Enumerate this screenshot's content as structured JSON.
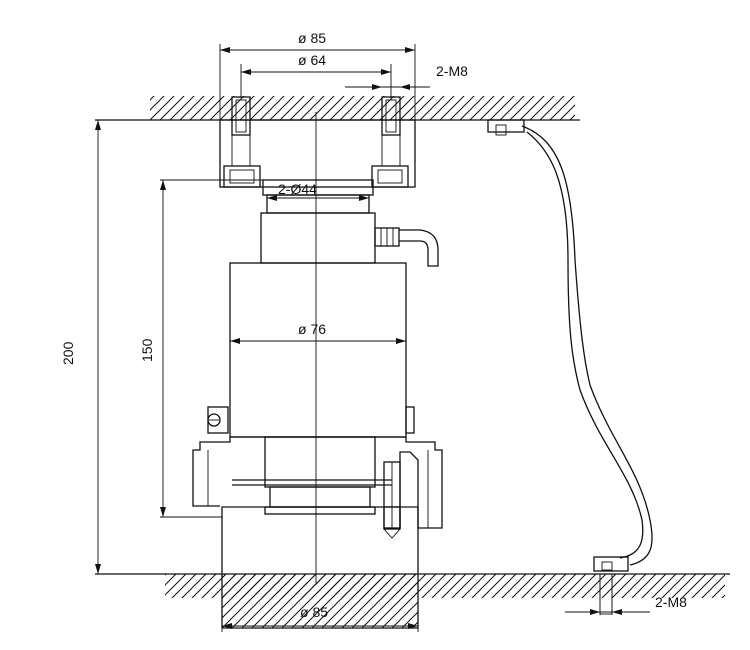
{
  "colors": {
    "ink": "#111111",
    "paper": "#ffffff"
  },
  "dimensions": {
    "top_outer_diameter": "ø 85",
    "top_inner_diameter": "ø 64",
    "top_thread": "2-M8",
    "flange_holes": "2-Ø44",
    "body_diameter": "ø 76",
    "total_height": "200",
    "sensor_height": "150",
    "bottom_diameter": "ø 85",
    "bottom_thread": "2-M8"
  }
}
